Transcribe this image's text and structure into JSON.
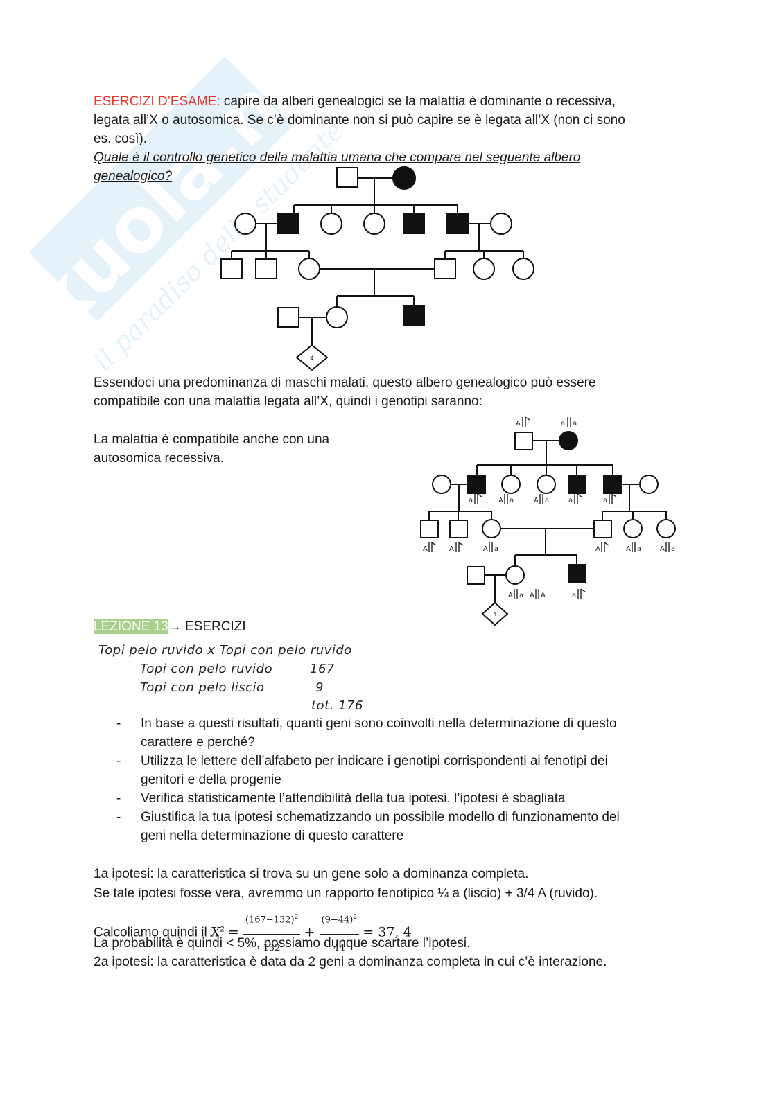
{
  "watermark": {
    "brand": "Skuola.net",
    "slogan": "il paradiso dello studente"
  },
  "intro": {
    "label": "ESERCIZI D’ESAME:",
    "line1_rest": " capire da alberi genealogici se la malattia è dominante o recessiva,",
    "line2": "legata all’X o autosomica. Se c’è dominante non si può capire se è legata all’X (non ci sono",
    "line3": "es. così)."
  },
  "question": {
    "line1": "Quale è il controllo genetico della malattia umana che compare nel seguente albero",
    "line2": "genealogico?"
  },
  "pedigree": {
    "proband_label": "4"
  },
  "analysis": {
    "line1": "Essendoci una predominanza di maschi malati, questo albero genealogico può essere",
    "line2": "compatibile con una malattia legata all’X, quindi i genotipi saranno:",
    "alt1": "La malattia è compatibile anche con una",
    "alt2": "autosomica recessiva."
  },
  "genotypes": {
    "father": "A",
    "mother": "a",
    "mother2": "a",
    "g2_1": "a",
    "g2_2": "A",
    "g2_2b": "a",
    "g2_3": "A",
    "g2_3b": "a",
    "g2_4": "a",
    "g2_5": "a",
    "g3_1": "A",
    "g3_2": "A",
    "g3_3": "A",
    "g3_3b": "a",
    "g3_4": "A",
    "g3_5": "A",
    "g3_5b": "a",
    "g3_6": "A",
    "g3_6b": "a",
    "g4_1": "A",
    "g4_1b": "a",
    "g4_1c": "A",
    "g4_1d": "A",
    "g4_2": "a"
  },
  "lesson": {
    "tag": "LEZIONE 13",
    "arrow_title": "→ ESERCIZI"
  },
  "cross": {
    "title": "Topi pelo ruvido x Topi con pelo ruvido",
    "rows": [
      {
        "label": "Topi con pelo ruvido",
        "value": "167"
      },
      {
        "label": "Topi con pelo liscio",
        "value": "9"
      }
    ],
    "total": "tot. 176"
  },
  "questions": [
    {
      "dash": "-",
      "lines": [
        "In base a questi risultati, quanti geni sono coinvolti nella determinazione di questo",
        "carattere e perché?"
      ]
    },
    {
      "dash": "-",
      "lines": [
        "Utilizza le lettere dell’alfabeto per indicare i genotipi corrispondenti ai fenotipi dei",
        "genitori e della progenie"
      ]
    },
    {
      "dash": "-",
      "lines": [
        "Verifica statisticamente l’attendibilità della tua ipotesi. l’ipotesi è sbagliata"
      ]
    },
    {
      "dash": "-",
      "lines": [
        "Giustifica la tua ipotesi schematizzando un possibile modello di funzionamento dei",
        "geni nella determinazione di questo carattere"
      ]
    }
  ],
  "hyp1": {
    "label": "1a ipotesi",
    "text": ": la caratteristica si trova su un gene solo a dominanza completa.",
    "line2": "Se tale ipotesi fosse vera, avremmo un rapporto fenotipico ¼ a (liscio) + 3/4 A (ruvido).",
    "calc_prefix": "Calcoliamo quindi il ",
    "x": "X",
    "exp": "2",
    "f1_num": "(167−132)",
    "f1_den": "132",
    "f2_num": "(9−44)",
    "f2_den": "44",
    "result": "= 37, 4",
    "line4": "La probabilità è quindi < 5%, possiamo dunque scartare l’ipotesi."
  },
  "hyp2": {
    "label": "2a ipotesi:",
    "text": " la caratteristica è data da 2 geni a dominanza completa in cui c’è interazione."
  }
}
